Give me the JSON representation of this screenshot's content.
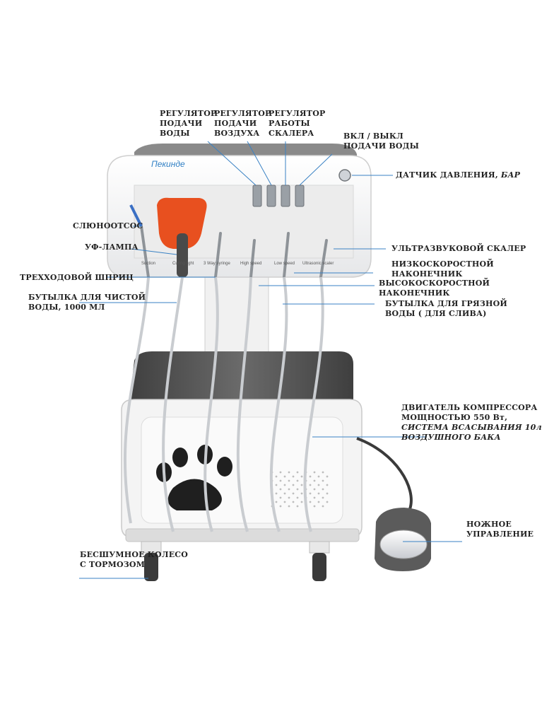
{
  "brand": "Пекинде",
  "slot_labels": [
    "Suction",
    "Curing light",
    "3 Way syringe",
    "High speed",
    "Low speed",
    "Ultrasonic scaler"
  ],
  "labels": {
    "water_regulator": [
      "РЕГУЛЯТОР",
      "ПОДАЧИ",
      "ВОДЫ"
    ],
    "air_regulator": [
      "РЕГУЛЯТОР",
      "ПОДАЧИ",
      "ВОЗДУХА"
    ],
    "scaler_regulator": [
      "РЕГУЛЯТОР",
      "РАБОТЫ",
      "СКАЛЕРА"
    ],
    "water_switch": [
      "ВКЛ / ВЫКЛ",
      "ПОДАЧИ ВОДЫ"
    ],
    "pressure_gauge": {
      "text": "ДАТЧИК ДАВЛЕНИЯ, ",
      "italic": "БАР"
    },
    "saliva_ejector": "СЛЮНООТСОС",
    "uv_lamp": "УФ-ЛАМПА",
    "syringe": "ТРЕХХОДОВОЙ ШПРИЦ",
    "clean_bottle": [
      "БУТЫЛКА ДЛЯ ЧИСТОЙ",
      "ВОДЫ, 1000 МЛ"
    ],
    "ultrasonic_scaler": "УЛЬТРАЗВУКОВОЙ СКАЛЕР",
    "low_speed": [
      "НИЗКОСКОРОСТНОЙ",
      "НАКОНЕЧНИК"
    ],
    "high_speed": [
      "ВЫСОКОСКОРОСТНОЙ",
      "НАКОНЕЧНИК"
    ],
    "dirty_bottle": [
      "БУТЫЛКА ДЛЯ ГРЯЗНОЙ",
      "ВОДЫ ( ДЛЯ СЛИВА)"
    ],
    "compressor": [
      "ДВИГАТЕЛЬ КОМПРЕССОРА",
      "МОЩНОСТЬЮ 550 Вт,"
    ],
    "compressor_italic": [
      "СИСТЕМА ВСАСЫВАНИЯ 10л",
      "ВОЗДУШНОГО БАКА"
    ],
    "foot_control": [
      "НОЖНОЕ",
      "УПРАВЛЕНИЕ"
    ],
    "wheel": [
      "БЕСШУМНОЕ КОЛЕСО",
      "С ТОРМОЗОМ"
    ]
  },
  "colors": {
    "text": "#222222",
    "leader": "#3a82c4",
    "body_white": "#f4f4f4",
    "body_dark": "#5a5a5a",
    "lamp_orange": "#e8501f",
    "hose": "#c9ccd0"
  }
}
